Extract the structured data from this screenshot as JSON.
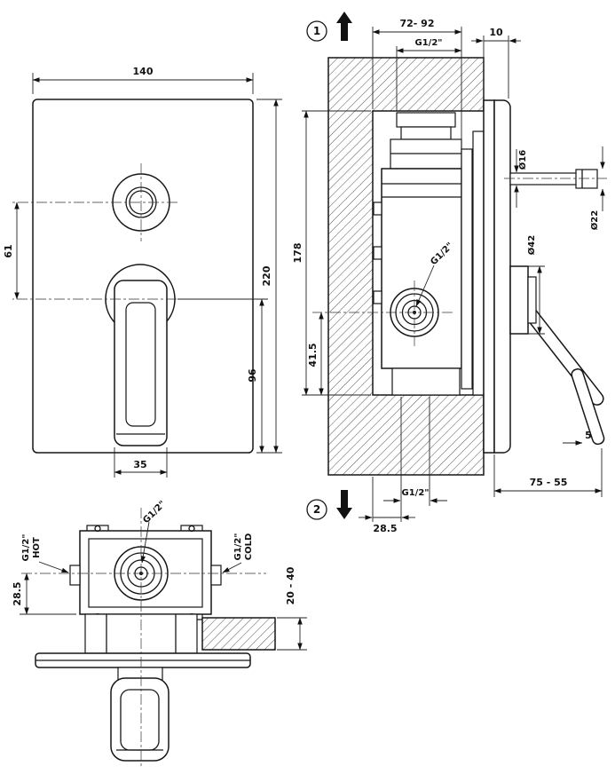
{
  "colors": {
    "ink": "#161616",
    "hatch": "#555555",
    "paper": "#ffffff"
  },
  "front_view": {
    "dim_width": "140",
    "dim_circle_to_handle": "61",
    "dim_height": "220",
    "dim_handle_to_bottom": "96",
    "dim_lever_width": "35"
  },
  "side_view": {
    "marker_top": "1",
    "marker_bottom": "2",
    "dim_depth_range": "72- 92",
    "thread_top": "G1/2\"",
    "dim_plate_thickness": "10",
    "dim_rough_height": "178",
    "dim_inlet_height": "41.5",
    "dia_outlet_pipe": "Ø16",
    "dia_outlet_fitting": "Ø22",
    "dia_handle_base": "Ø42",
    "thread_inlet": "G1/2\"",
    "dim_lever_clearance": "5",
    "dim_handle_projection": "75 - 55",
    "thread_bottom_outlet": "G1/2\"",
    "dim_outlet_offset": "28.5"
  },
  "top_view": {
    "thread_top_outlet": "G1/2\"",
    "thread_hot": "G1/2\"",
    "label_hot": "HOT",
    "thread_cold": "G1/2\"",
    "label_cold": "COLD",
    "dim_center_offset": "28.5",
    "dim_wall_thickness_range": "20 - 40"
  }
}
